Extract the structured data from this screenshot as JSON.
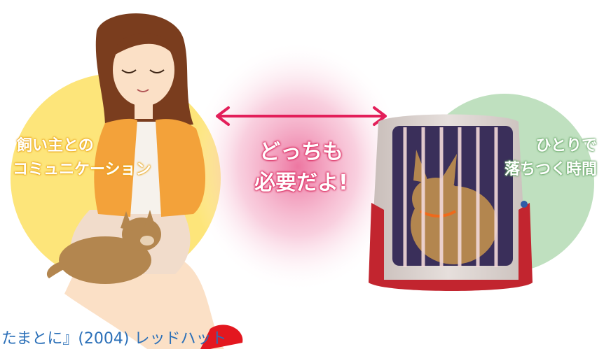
{
  "captions": {
    "left_line1": "飼い主との",
    "left_line2": "コミュニケーション",
    "center_line1": "どっちも",
    "center_line2": "必要だよ!",
    "right_line1": "ひとりで",
    "right_line2": "落ちつく時間"
  },
  "footer": {
    "text": "たまとに』(2004) レッドハット"
  },
  "colors": {
    "left_circle": "#fde57a",
    "right_circle": "#bfe0bf",
    "center_glow": "#ee7fa6",
    "arrow": "#e31f5a",
    "crate_frame": "#c2252f",
    "crate_shell": "#d9d0cc",
    "dog": "#b3864f",
    "cardigan": "#f3a23a",
    "hair": "#7a3d1e",
    "footer_text": "#2a6fb8"
  }
}
